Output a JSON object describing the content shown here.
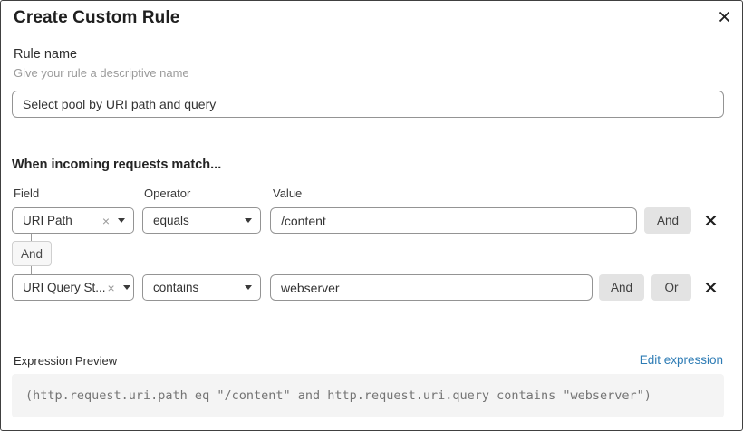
{
  "dialog": {
    "title": "Create Custom Rule"
  },
  "rule_name": {
    "label": "Rule name",
    "hint": "Give your rule a descriptive name",
    "value": "Select pool by URI path and query"
  },
  "matcher": {
    "heading": "When incoming requests match...",
    "columns": {
      "field": "Field",
      "operator": "Operator",
      "value": "Value"
    },
    "connector": "And",
    "rows": [
      {
        "field": "URI Path",
        "operator": "equals",
        "value": "/content",
        "and_label": "And"
      },
      {
        "field": "URI Query St...",
        "operator": "contains",
        "value": "webserver",
        "and_label": "And",
        "or_label": "Or"
      }
    ]
  },
  "expression": {
    "label": "Expression Preview",
    "edit_link": "Edit expression",
    "code": "(http.request.uri.path eq \"/content\" and http.request.uri.query contains \"webserver\")"
  },
  "icons": {
    "clear": "×"
  },
  "colors": {
    "link_blue": "#2e7cb5",
    "button_gray": "#e3e3e3",
    "code_bg": "#f4f4f4",
    "border_gray": "#949494"
  }
}
